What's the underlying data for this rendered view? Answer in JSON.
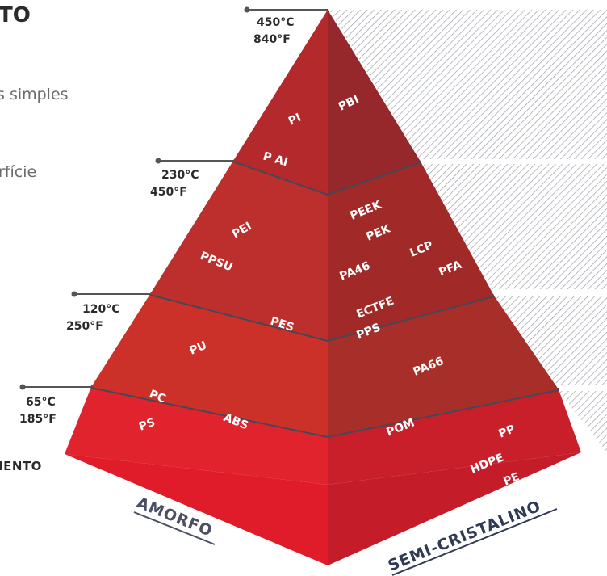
{
  "heading": {
    "fragment": "TO"
  },
  "side_text": {
    "line1": "s simples",
    "line2": "rfície",
    "line3": "IENTO"
  },
  "temperatures": [
    {
      "c": "450°C",
      "f": "840°F"
    },
    {
      "c": "230°C",
      "f": "450°F"
    },
    {
      "c": "120°C",
      "f": "250°F"
    },
    {
      "c": "65°C",
      "f": "185°F"
    }
  ],
  "pyramid": {
    "base_labels": {
      "left": "AMORFO",
      "right": "SEMI-CRISTALINO"
    },
    "tiers": [
      {
        "amorphous": [
          "PI",
          "P AI"
        ],
        "semi": [
          "PBI"
        ]
      },
      {
        "amorphous": [
          "PEI",
          "PPSU"
        ],
        "semi": [
          "PEEK",
          "PEK",
          "LCP",
          "PA46",
          "PFA"
        ]
      },
      {
        "amorphous": [
          "PES",
          "PU"
        ],
        "semi": [
          "ECTFE",
          "PPS",
          "PA66"
        ]
      },
      {
        "amorphous": [
          "PC",
          "ABS",
          "PS"
        ],
        "semi": [
          "POM",
          "PP",
          "HDPE",
          "PE"
        ]
      }
    ]
  },
  "colors": {
    "tier1_left": "#b42a2c",
    "tier1_right": "#96272a",
    "tier2_left": "#bd2f2c",
    "tier2_right": "#a12a28",
    "tier3_left": "#cc3129",
    "tier3_right": "#a82e2a",
    "tier4_top": "#e1232e",
    "tier4_left_face": "#e01c2b",
    "tier4_right_face": "#c91f2b",
    "separator": "#454757",
    "hatch": "#9aa0a8",
    "base_left_text": "#4a4f63",
    "base_right_text": "#2f3a55"
  }
}
